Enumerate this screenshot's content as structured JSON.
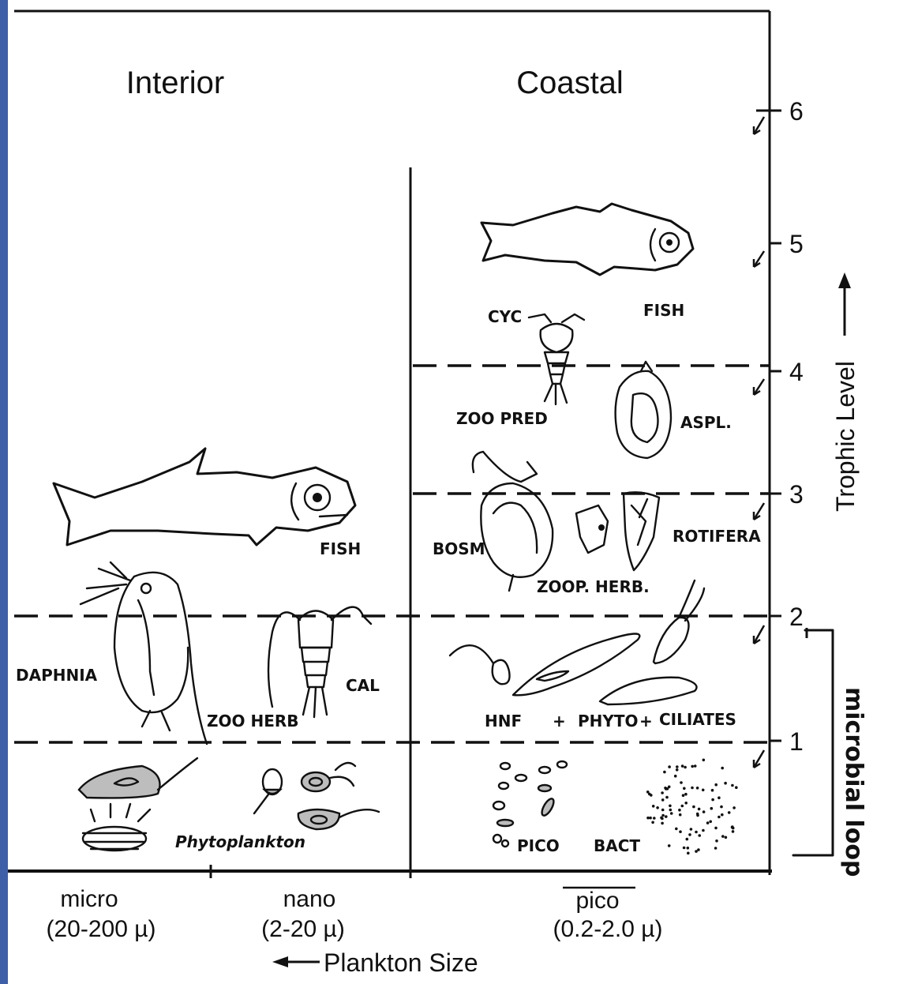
{
  "headings": {
    "interior": "Interior",
    "coastal": "Coastal"
  },
  "trophic_axis": {
    "title": "Trophic Level",
    "ticks": [
      "6",
      "5",
      "4",
      "3",
      "2",
      "1"
    ]
  },
  "microbial_loop_label": "microbial loop",
  "size_axis": {
    "title": "Plankton Size",
    "classes": [
      {
        "name": "micro",
        "range": "(20-200 µ)"
      },
      {
        "name": "nano",
        "range": "(2-20 µ)"
      },
      {
        "name": "pico",
        "range": "(0.2-2.0 µ)"
      }
    ]
  },
  "interior_labels": {
    "fish": "FISH",
    "daphnia": "DAPHNIA",
    "zoo_herb": "ZOO HERB",
    "cal": "CAL",
    "phytoplankton": "Phytoplankton"
  },
  "coastal_labels": {
    "fish": "FISH",
    "cyc": "CYC",
    "zoo_pred": "ZOO PRED",
    "aspl": "ASPL.",
    "bosm": "BOSM",
    "rotifera": "ROTIFERA",
    "zoop_herb": "ZOOP. HERB.",
    "hnf": "HNF",
    "plus1": "+",
    "phyto": "PHYTO",
    "plus2": "+",
    "ciliates": "CILIATES",
    "pico": "PICO",
    "bact": "BACT"
  }
}
